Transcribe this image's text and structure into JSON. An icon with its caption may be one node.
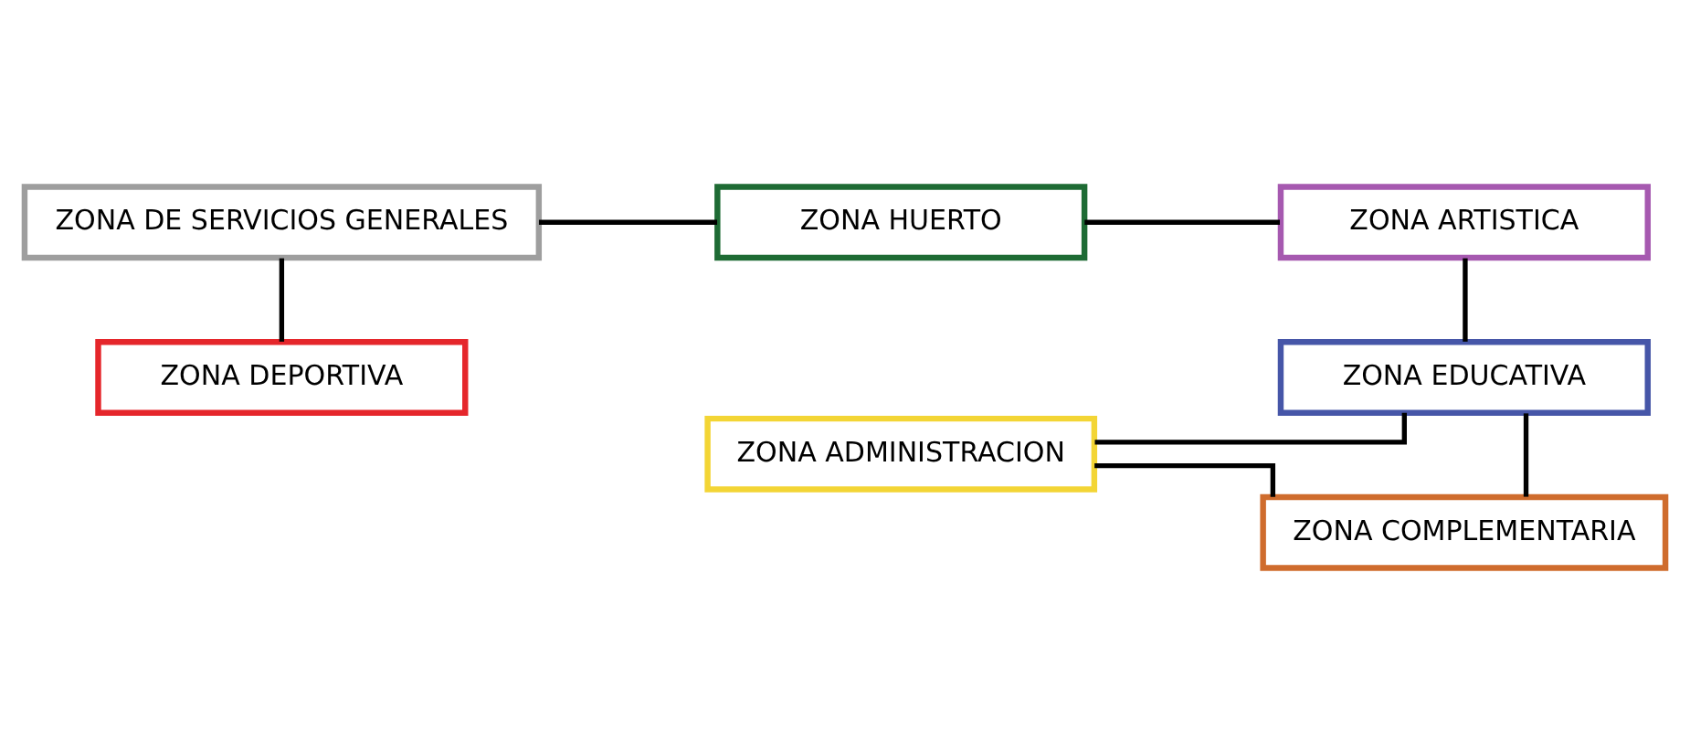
{
  "diagram": {
    "nodes": [
      {
        "text": [
          "ZONA DE SERVICIOS GENERALES"
        ]
      },
      {
        "text": [
          "ZONA HUERTO"
        ]
      },
      {
        "text": [
          "ZONA ARTISTICA"
        ]
      },
      {
        "text": [
          "ZONA DEPORTIVA"
        ]
      },
      {
        "text": [
          "ZONA ADMINISTRACION"
        ]
      },
      {
        "text": [
          "ZONA EDUCATIVA"
        ]
      },
      {
        "text": [
          "ZONA COMPLEMENTARIA"
        ]
      }
    ],
    "edges": [
      {
        "from": 0,
        "to": 1,
        "arrow": "none"
      },
      {
        "from": 1,
        "to": 2,
        "arrow": "none"
      },
      {
        "from": 0,
        "to": 3,
        "arrow": "none"
      },
      {
        "from": 2,
        "to": 5,
        "arrow": "none"
      },
      {
        "from": 5,
        "to": 6,
        "arrow": "none"
      },
      {
        "from": 4,
        "to": 5,
        "arrow": "none"
      },
      {
        "from": 4,
        "to": 6,
        "arrow": "none"
      }
    ]
  }
}
